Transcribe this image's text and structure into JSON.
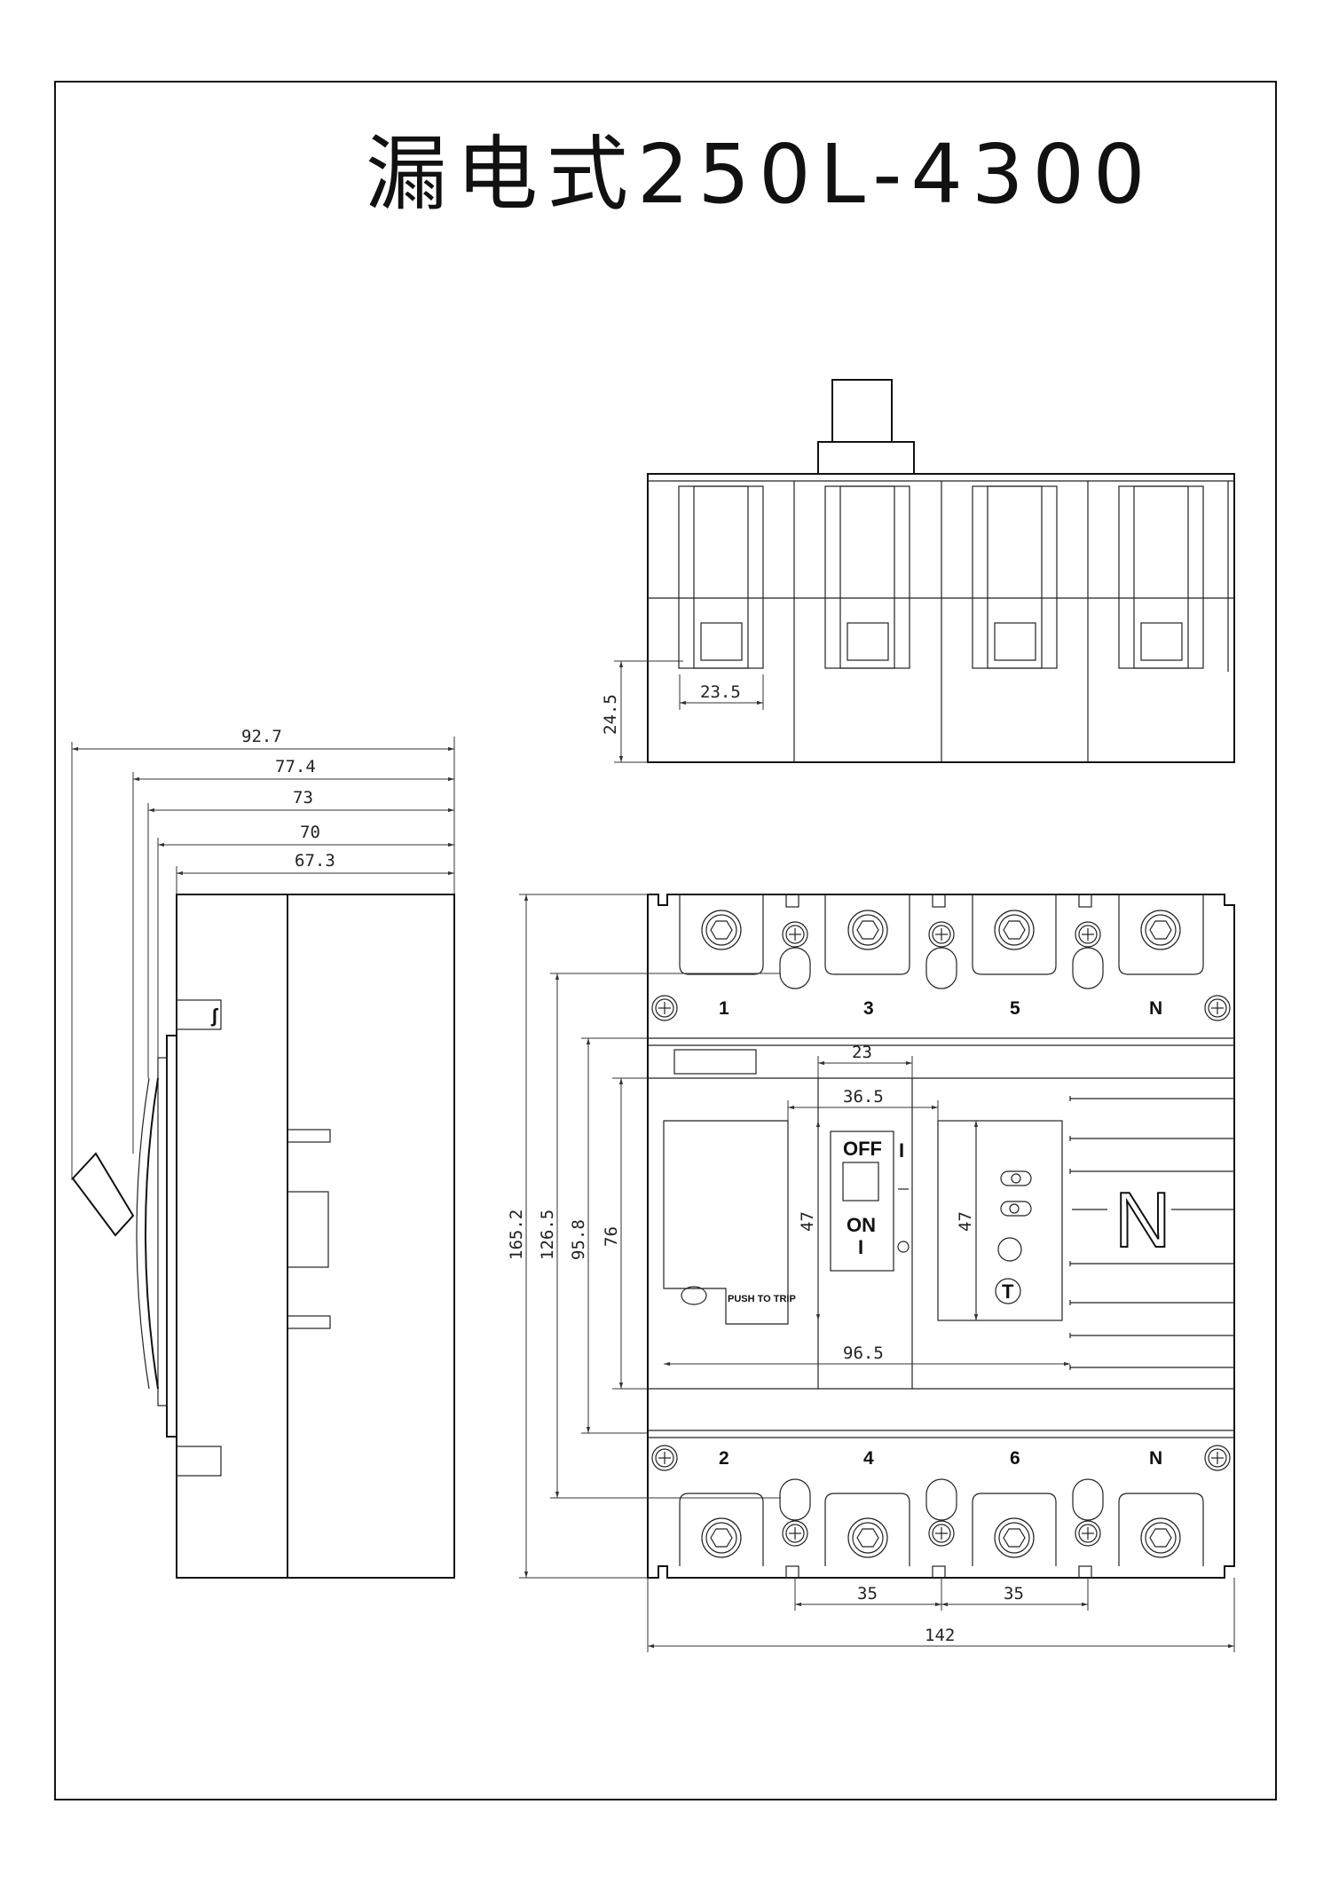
{
  "title": "漏电式250L-4300",
  "side_view": {
    "dims": [
      "92.7",
      "77.4",
      "73",
      "70",
      "67.3"
    ]
  },
  "top_view": {
    "dims": [
      "23.5",
      "24.5"
    ]
  },
  "front_view": {
    "terminals_top": [
      "1",
      "3",
      "5",
      "N"
    ],
    "terminals_bottom": [
      "2",
      "4",
      "6",
      "N"
    ],
    "switch": {
      "off": "OFF",
      "on": "ON",
      "mark_on": "I",
      "mark_off": "O"
    },
    "push_to_trip": "PUSH TO TRIP",
    "neutral_mark": "N",
    "test_button": "T",
    "dims": {
      "overall_height": "165.2",
      "h2": "126.5",
      "h3": "95.8",
      "h4": "76",
      "handle_width": "23",
      "window_width": "36.5",
      "window_height": "47",
      "panel_height": "47",
      "inner_width": "96.5",
      "pitch_1": "35",
      "pitch_2": "35",
      "overall_width": "142"
    }
  }
}
